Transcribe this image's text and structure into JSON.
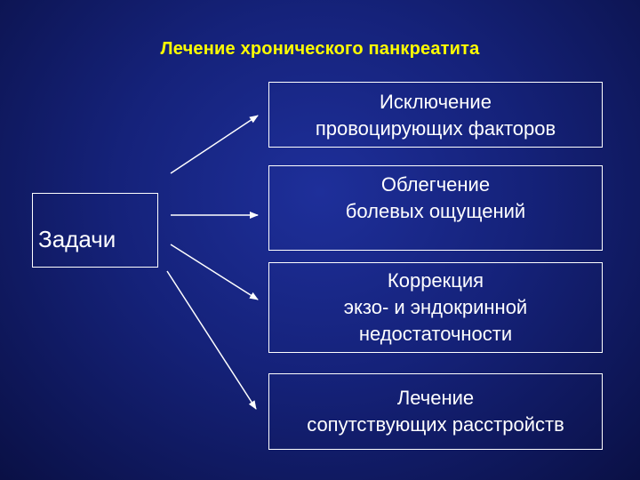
{
  "title": "Лечение хронического панкреатита",
  "source": {
    "label": "Задачи"
  },
  "targets": [
    {
      "text": "Исключение\nпровоцирующих факторов"
    },
    {
      "text": "Облегчение\nболевых ощущений"
    },
    {
      "text": "Коррекция\nэкзо- и эндокринной\nнедостаточности"
    },
    {
      "text": "Лечение\nсопутствующих расстройств"
    }
  ],
  "colors": {
    "title": "#ffff00",
    "text": "#ffffff",
    "background": "#15227a"
  }
}
